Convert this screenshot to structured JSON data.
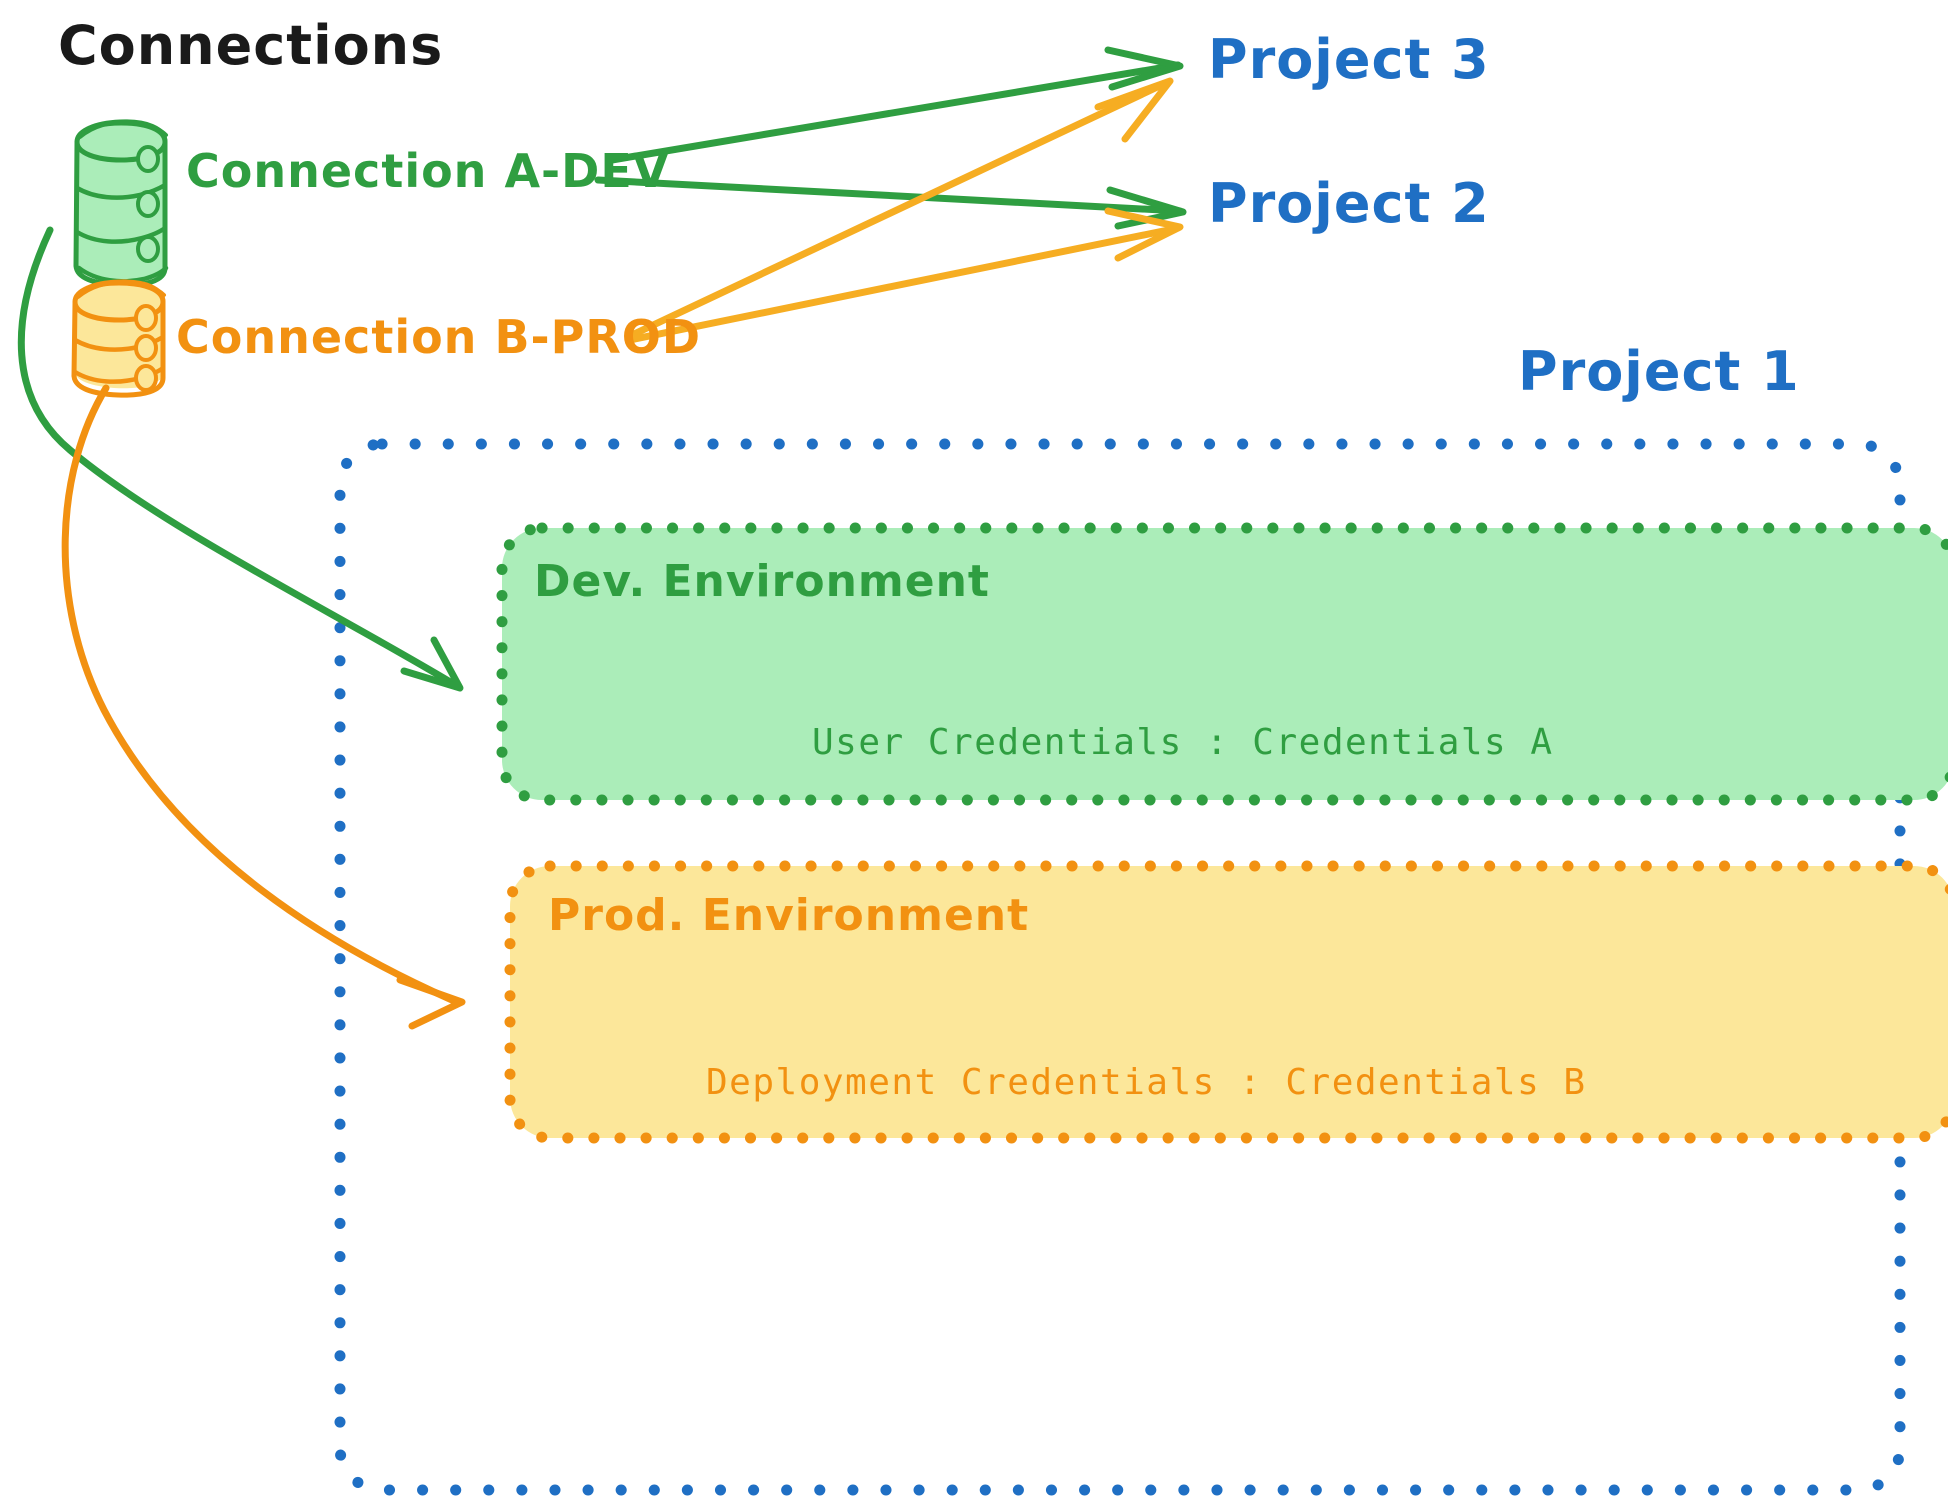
{
  "diagram": {
    "title": "Connections",
    "colors": {
      "green_stroke": "#2f9e41",
      "green_fill": "#abedb9",
      "orange_stroke": "#f29111",
      "orange_fill": "#fce79a",
      "blue": "#1f6fc4",
      "black": "#1a1a1a",
      "background": "#ffffff"
    }
  },
  "connections": [
    {
      "id": "connection-a",
      "label": "Connection A-DEV",
      "icon": "database-icon",
      "color": "#2f9e41"
    },
    {
      "id": "connection-b",
      "label": "Connection B-PROD",
      "icon": "database-icon",
      "color": "#f29111"
    }
  ],
  "projects": [
    {
      "id": "project-3",
      "label": "Project 3"
    },
    {
      "id": "project-2",
      "label": "Project 2"
    },
    {
      "id": "project-1",
      "label": "Project 1"
    }
  ],
  "environments": [
    {
      "id": "dev-environment",
      "title": "Dev. Environment",
      "credentials_label": "User Credentials",
      "credentials_separator": ":",
      "credentials_value": "Credentials A",
      "credentials_line": "User Credentials : Credentials A",
      "color": "#2f9e41",
      "fill": "#abedb9"
    },
    {
      "id": "prod-environment",
      "title": "Prod. Environment",
      "credentials_label": "Deployment Credentials",
      "credentials_separator": ":",
      "credentials_value": "Credentials B",
      "credentials_line": "Deployment Credentials : Credentials B",
      "color": "#f29111",
      "fill": "#fce79a"
    }
  ],
  "edges": [
    {
      "id": "edge-a-to-project3",
      "from": "connection-a",
      "to": "project-3",
      "color": "#2f9e41"
    },
    {
      "id": "edge-a-to-project2",
      "from": "connection-a",
      "to": "project-2",
      "color": "#2f9e41"
    },
    {
      "id": "edge-b-to-project3",
      "from": "connection-b",
      "to": "project-3",
      "color": "#f6ad22"
    },
    {
      "id": "edge-b-to-project2",
      "from": "connection-b",
      "to": "project-2",
      "color": "#f6ad22"
    },
    {
      "id": "edge-a-to-dev",
      "from": "connection-a",
      "to": "dev-environment",
      "color": "#2f9e41"
    },
    {
      "id": "edge-b-to-prod",
      "from": "connection-b",
      "to": "prod-environment",
      "color": "#f29111"
    }
  ]
}
